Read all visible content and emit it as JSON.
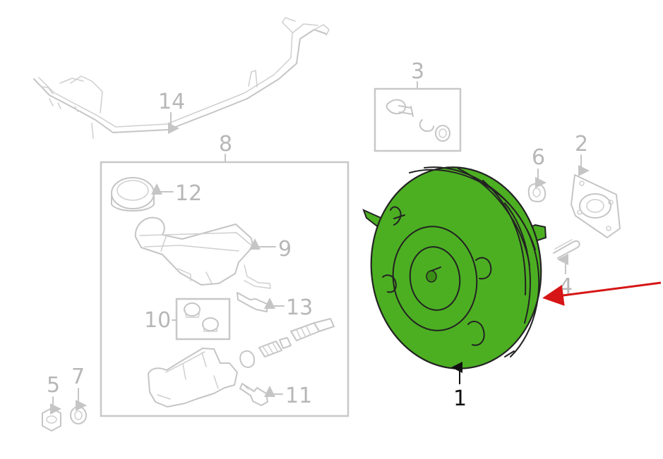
{
  "colors": {
    "highlight": "#4caf22",
    "highlight_dark": "#3b8f16",
    "arrow": "#d61616",
    "outline": "#222222",
    "muted_line": "#c5c5c5",
    "muted_text": "#b7b7b7",
    "active_text": "#111111"
  },
  "callouts": {
    "c1": "1",
    "c2": "2",
    "c3": "3",
    "c4": "4",
    "c5": "5",
    "c6": "6",
    "c7": "7",
    "c8": "8",
    "c9": "9",
    "c10": "10",
    "c11": "11",
    "c12": "12",
    "c13": "13",
    "c14": "14"
  },
  "highlighted_part": "1",
  "icons": {
    "pointer": "arrow-icon"
  }
}
